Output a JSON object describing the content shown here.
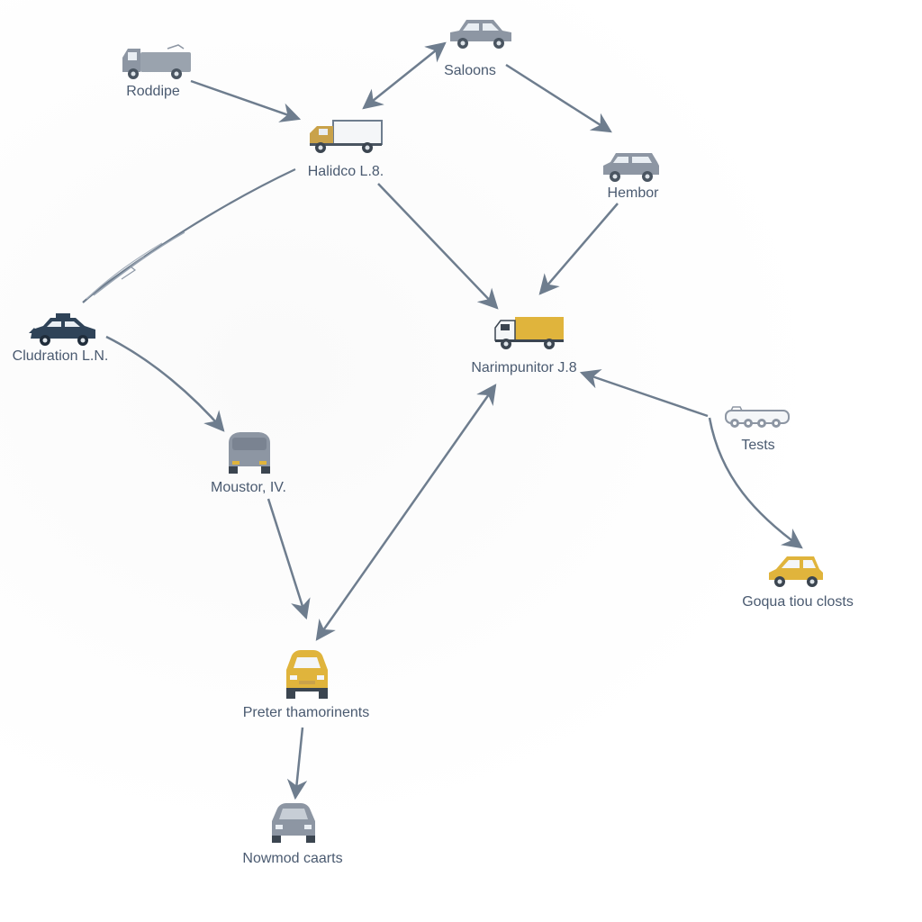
{
  "colors": {
    "arrow": "#6e7d8e",
    "label": "#4a5a70",
    "vehicle_gray": "#8d96a3",
    "vehicle_dark": "#2f4358",
    "vehicle_yellow": "#e0b43c"
  },
  "nodes": [
    {
      "id": "roddipe",
      "label": "Roddipe",
      "icon": "pickup-truck-icon"
    },
    {
      "id": "saloons",
      "label": "Saloons",
      "icon": "saloon-car-icon"
    },
    {
      "id": "halidco",
      "label": "Halidco L.8.",
      "icon": "box-truck-icon"
    },
    {
      "id": "hembor",
      "label": "Hembor",
      "icon": "hatchback-icon"
    },
    {
      "id": "cludration",
      "label": "Cludration L.N.",
      "icon": "police-car-icon"
    },
    {
      "id": "narimpunitor",
      "label": "Narimpunitor J.8",
      "icon": "delivery-truck-icon"
    },
    {
      "id": "tests",
      "label": "Tests",
      "icon": "multi-axle-vehicle-icon"
    },
    {
      "id": "moustor",
      "label": "Moustor, IV.",
      "icon": "van-icon"
    },
    {
      "id": "goqua",
      "label": "Goqua tiou closts",
      "icon": "compact-car-icon"
    },
    {
      "id": "preter",
      "label": "Preter thamorinents",
      "icon": "taxi-icon"
    },
    {
      "id": "nowmod",
      "label": "Nowmod caarts",
      "icon": "car-front-icon"
    }
  ],
  "edges": [
    {
      "from": "roddipe",
      "to": "halidco"
    },
    {
      "from": "saloons",
      "to": "halidco",
      "bidirectional": true
    },
    {
      "from": "saloons",
      "to": "hembor"
    },
    {
      "from": "halidco",
      "to": "narimpunitor"
    },
    {
      "from": "hembor",
      "to": "narimpunitor"
    },
    {
      "from": "halidco",
      "to": "cludration",
      "sketchy": true
    },
    {
      "from": "cludration",
      "to": "moustor"
    },
    {
      "from": "moustor",
      "to": "preter"
    },
    {
      "from": "preter",
      "to": "narimpunitor",
      "bidirectional": true
    },
    {
      "from": "tests",
      "to": "narimpunitor"
    },
    {
      "from": "tests",
      "to": "goqua"
    },
    {
      "from": "preter",
      "to": "nowmod"
    }
  ]
}
